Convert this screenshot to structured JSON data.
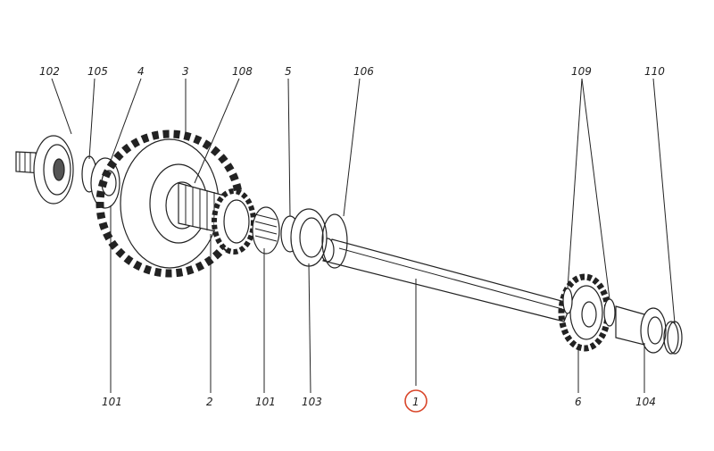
{
  "diagram": {
    "callouts": {
      "c102": "102",
      "c105": "105",
      "c4": "4",
      "c3": "3",
      "c108": "108",
      "c5": "5",
      "c106": "106",
      "c109": "109",
      "c110": "110",
      "c101a": "101",
      "c2": "2",
      "c101b": "101",
      "c103": "103",
      "c1": "1",
      "c6": "6",
      "c104": "104"
    },
    "highlighted_callout": "1",
    "highlight_color": "#d9462a"
  }
}
